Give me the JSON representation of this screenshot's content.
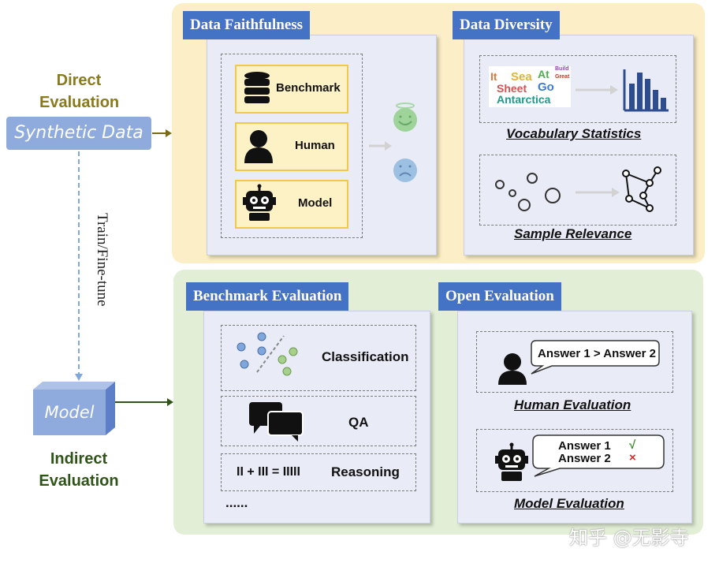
{
  "left": {
    "direct_label": "Direct\nEvaluation",
    "synthetic_data": "Synthetic Data",
    "train_label": "Train/Fine-tune",
    "model": "Model",
    "indirect_label": "Indirect\nEvaluation"
  },
  "faithfulness": {
    "title": "Data Faithfulness",
    "sources": [
      "Benchmark",
      "Human",
      "Model"
    ]
  },
  "diversity": {
    "title": "Data Diversity",
    "word_cloud": [
      "It",
      "Sea",
      "At",
      "Build",
      "Great",
      "Sheet",
      "Go",
      "Antarctica"
    ],
    "vocab_caption": "Vocabulary Statistics",
    "relevance_caption": "Sample Relevance"
  },
  "benchmark": {
    "title": "Benchmark Evaluation",
    "classification": "Classification",
    "qa": "QA",
    "reasoning_eq": "II + III = IIIII",
    "reasoning": "Reasoning",
    "more": "......"
  },
  "open": {
    "title": "Open Evaluation",
    "human_bubble": "Answer 1 > Answer 2",
    "human_caption": "Human Evaluation",
    "model_answer1": "Answer 1",
    "model_mark1": "√",
    "model_answer2": "Answer 2",
    "model_mark2": "×",
    "model_caption": "Model Evaluation"
  },
  "watermark": "知乎 @无影寺",
  "colors": {
    "region_top": "#fcefc7",
    "region_bottom": "#e2eed6",
    "title_bg": "#4472c4",
    "label_gold": "#8a7a1c",
    "label_green": "#2f5417"
  }
}
